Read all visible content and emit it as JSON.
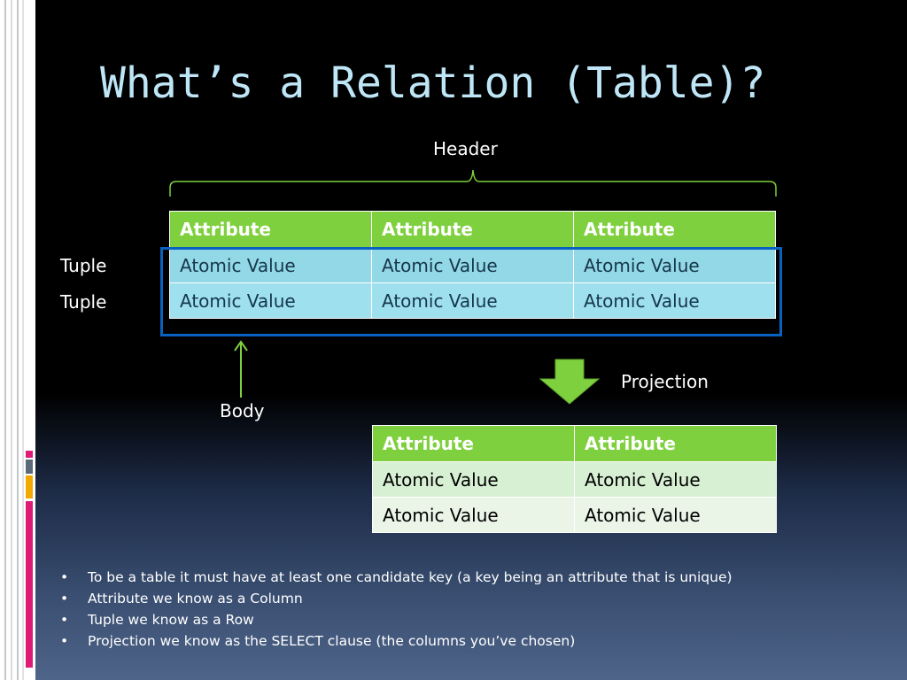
{
  "slide": {
    "title": "What’s a Relation (Table)?",
    "labels": {
      "header": "Header",
      "tuple_1": "Tuple",
      "tuple_2": "Tuple",
      "body": "Body",
      "projection": "Projection"
    },
    "main_table": {
      "headers": [
        "Attribute",
        "Attribute",
        "Attribute"
      ],
      "rows": [
        [
          "Atomic Value",
          "Atomic Value",
          "Atomic Value"
        ],
        [
          "Atomic Value",
          "Atomic Value",
          "Atomic Value"
        ]
      ]
    },
    "projection_table": {
      "headers": [
        "Attribute",
        "Attribute"
      ],
      "rows": [
        [
          "Atomic Value",
          "Atomic Value"
        ],
        [
          "Atomic Value",
          "Atomic Value"
        ]
      ]
    },
    "bullets": [
      "To be a table it must have at least one candidate key (a key being an attribute that is unique)",
      "Attribute we know as a Column",
      "Tuple we know as a Row",
      "Projection we know as the SELECT clause (the columns you’ve chosen)"
    ],
    "bullet_symbol": "•",
    "colors": {
      "title": "#bfe6f7",
      "header_green": "#7fd03e",
      "body_cell": "#9ee0ee",
      "body_frame": "#0a62c0",
      "arrow_green": "#7fd03e",
      "accent_magenta": "#e01b76",
      "accent_orange": "#f2a900",
      "accent_gray": "#5a6a7a"
    }
  }
}
